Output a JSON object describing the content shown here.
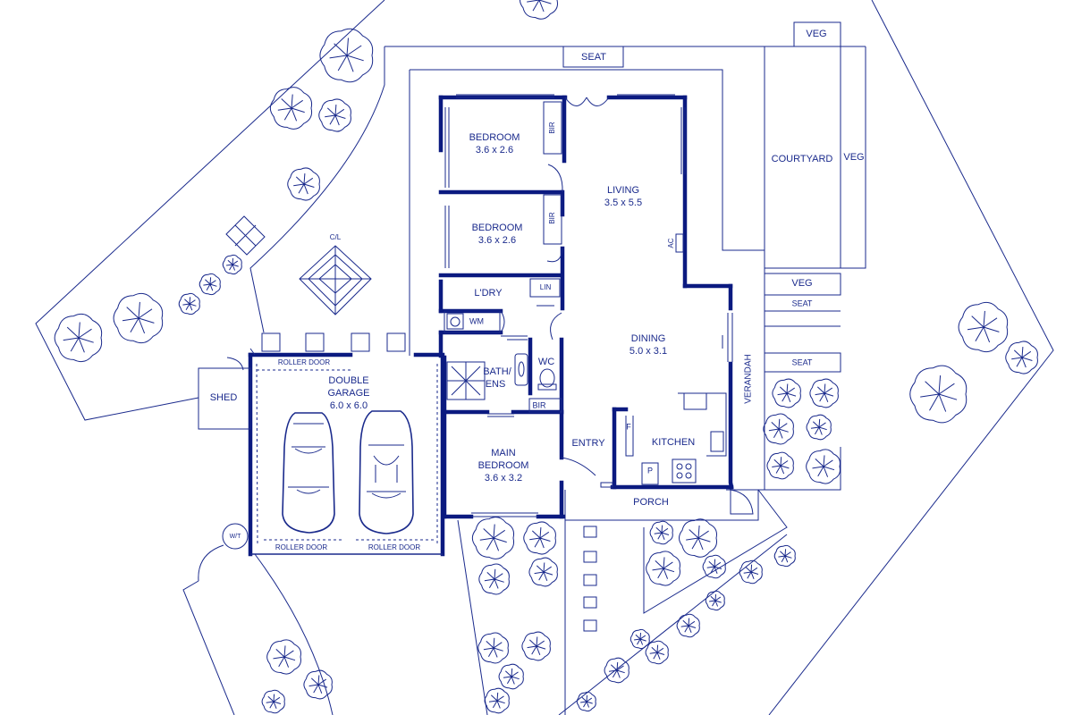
{
  "labels": {
    "bedroom_1": "BEDROOM",
    "bedroom_1_size": "3.6 x 2.6",
    "bedroom_2": "BEDROOM",
    "bedroom_2_size": "3.6 x 2.6",
    "bir_1": "BIR",
    "bir_2": "BIR",
    "bir_3": "BIR",
    "living": "LIVING",
    "living_size": "3.5 x 5.5",
    "ac": "AC",
    "laundry": "L'DRY",
    "lin": "LIN",
    "wm": "WM",
    "dining": "DINING",
    "dining_size": "5.0 x 3.1",
    "bath_1": "BATH/",
    "bath_2": "ENS",
    "wc": "WC",
    "entry": "ENTRY",
    "kitchen": "KITCHEN",
    "fridge": "F",
    "pantry": "P",
    "main_bedroom_1": "MAIN",
    "main_bedroom_2": "BEDROOM",
    "main_bedroom_size": "3.6 x 3.2",
    "porch": "PORCH",
    "verandah": "VERANDAH",
    "garage_1": "DOUBLE",
    "garage_2": "GARAGE",
    "garage_size": "6.0 x 6.0",
    "roller_door_top": "ROLLER DOOR",
    "roller_door_left": "ROLLER DOOR",
    "roller_door_right": "ROLLER DOOR",
    "shed": "SHED",
    "wt": "W/T",
    "cl": "C/L",
    "seat_top": "SEAT",
    "seat_right_1": "SEAT",
    "seat_right_2": "SEAT",
    "courtyard": "COURTYARD",
    "veg_top": "VEG",
    "veg_right": "VEG",
    "veg_mid": "VEG"
  }
}
